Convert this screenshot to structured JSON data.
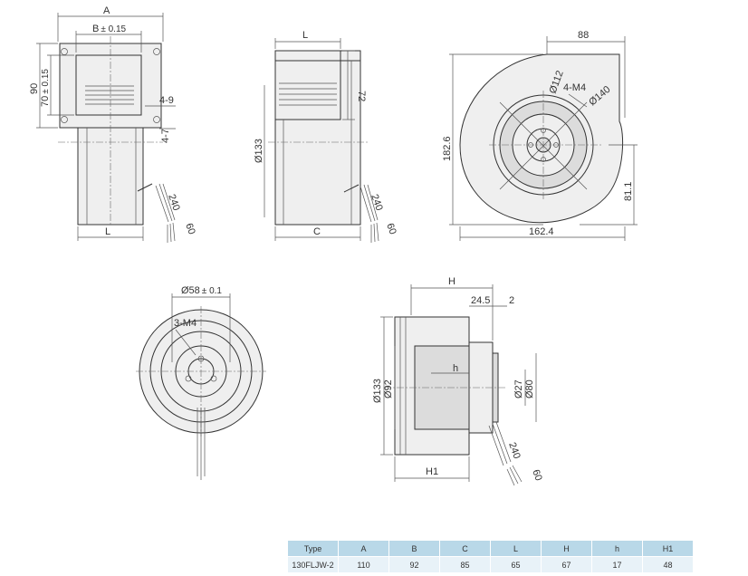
{
  "dimensions": {
    "front": {
      "A": "A",
      "B": "B",
      "B_tol": "± 0.15",
      "h90": "90",
      "h70": "70",
      "h70_tol": "± 0.15",
      "slot1": "4-9",
      "slot2": "4-7",
      "L": "L",
      "wire1": "240",
      "wire2": "60"
    },
    "side": {
      "L": "L",
      "h72": "72",
      "d133": "Ø133",
      "C": "C",
      "wire1": "240",
      "wire2": "60"
    },
    "outlet": {
      "w88": "88",
      "d112": "Ø112",
      "m4": "4-M4",
      "d140": "Ø140",
      "h182": "182.6",
      "h81": "81.1",
      "w162": "162.4"
    },
    "rear": {
      "d58": "Ø58",
      "d58_tol": "± 0.1",
      "m4": "3-M4"
    },
    "section": {
      "H": "H",
      "w24": "24.5",
      "w2": "2",
      "h": "h",
      "d133": "Ø133",
      "d92": "Ø92",
      "d27": "Ø27",
      "d80": "Ø80",
      "H1": "H1",
      "wire1": "240",
      "wire2": "60"
    }
  },
  "spec_table": {
    "headers": [
      "Type",
      "A",
      "B",
      "C",
      "L",
      "H",
      "h",
      "H1"
    ],
    "rows": [
      [
        "130FLJW-2",
        "110",
        "92",
        "85",
        "65",
        "67",
        "17",
        "48"
      ]
    ]
  }
}
